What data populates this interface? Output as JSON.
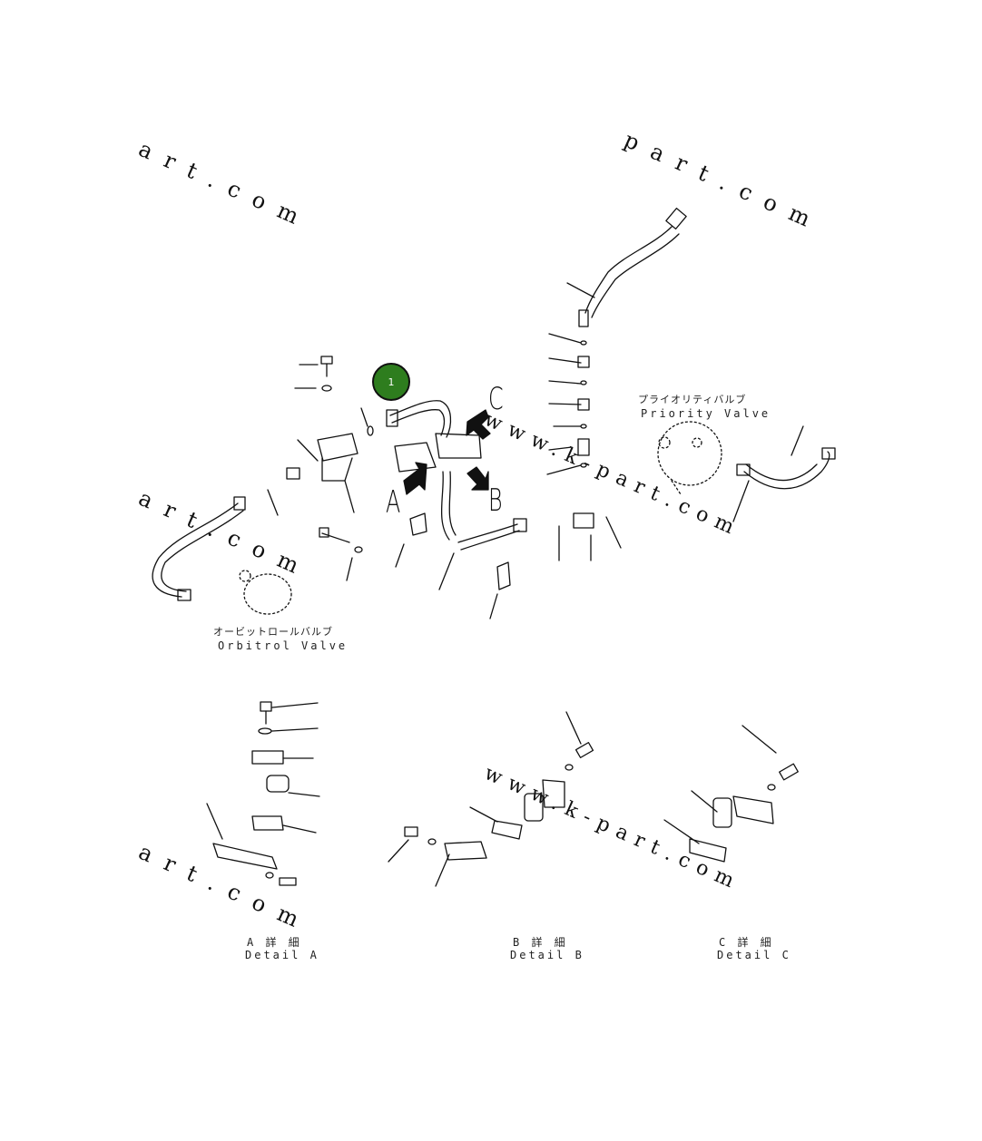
{
  "callout": {
    "number": "1"
  },
  "view_letters": {
    "a": "A",
    "b": "B",
    "c": "C"
  },
  "labels": {
    "priority_valve_jp": "プライオリティバルブ",
    "priority_valve_en": "Priority Valve",
    "orbitrol_valve_jp": "オービットロールバルブ",
    "orbitrol_valve_en": "Orbitrol Valve",
    "detail_a_jp": "A 詳 細",
    "detail_a_en": "Detail A",
    "detail_b_jp": "B 詳 細",
    "detail_b_en": "Detail B",
    "detail_c_jp": "C 詳 細",
    "detail_c_en": "Detail C"
  },
  "watermarks": {
    "w1": "art.com",
    "w2": "part.com",
    "w3": "art.com",
    "w4": "www.k-part.com",
    "w5": "art.com",
    "w6": "www.k-part.com"
  },
  "colors": {
    "callout_fill": "#2e7d1e",
    "ink": "#111111"
  }
}
